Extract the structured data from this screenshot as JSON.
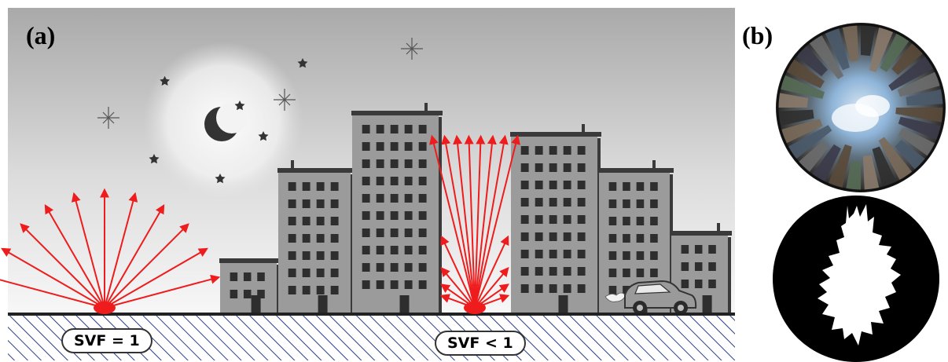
{
  "panels": {
    "a_label": "(a)",
    "b_label": "(b)"
  },
  "svf": {
    "open_label": "SVF = 1",
    "canyon_label": "SVF < 1"
  },
  "colors": {
    "sky_top": "#a8a8a8",
    "sky_bottom": "#f5f5f5",
    "building": "#9b9b9b",
    "building_edge": "#3a3a3a",
    "window": "#2e2e2e",
    "ray": "#ee1c1c",
    "ground_hatch": "#2a3f8f",
    "mask_sky": "#ffffff",
    "mask_obstruction": "#000000"
  },
  "icons": {
    "moon": "crescent-moon-icon",
    "star": "star-icon",
    "car": "car-icon"
  }
}
